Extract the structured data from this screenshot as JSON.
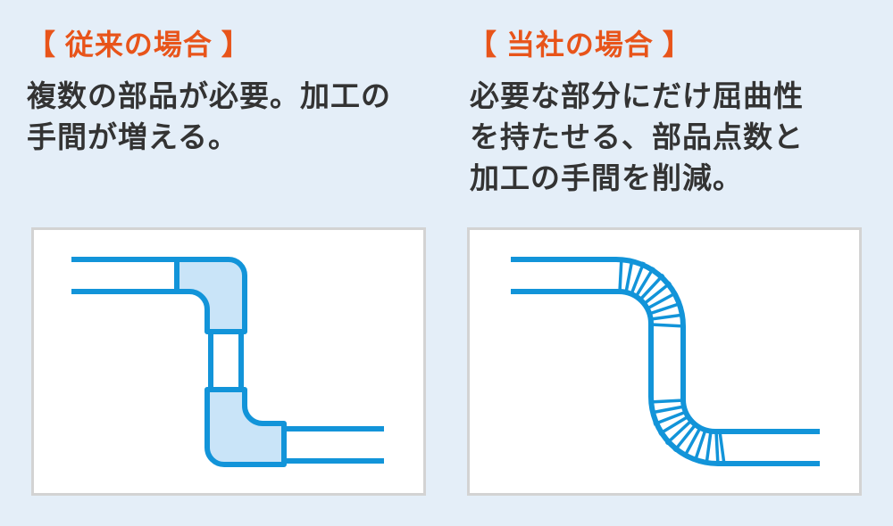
{
  "colors": {
    "background": "#e4eef8",
    "accent_orange": "#e8541a",
    "pipe_blue": "#1294d9",
    "pipe_fill": "#c9e4f8",
    "panel_border": "#d3d3d3",
    "panel_bg": "#ffffff",
    "text": "#333333"
  },
  "left_panel": {
    "title": "【 従来の場合 】",
    "description": "複数の部品が必要。加工の\n手間が増える。"
  },
  "right_panel": {
    "title": "【 当社の場合 】",
    "description": "必要な部分にだけ屈曲性\nを持たせる、部品点数と\n加工の手間を削減。"
  }
}
